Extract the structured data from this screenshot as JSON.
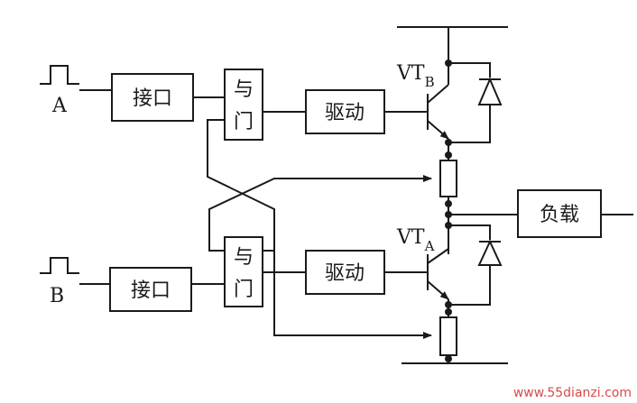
{
  "inputs": {
    "a_label": "A",
    "b_label": "B"
  },
  "blocks": {
    "interface_top": "接口",
    "interface_bottom": "接口",
    "and_gate_top": [
      "与",
      "门"
    ],
    "and_gate_bottom": [
      "与",
      "门"
    ],
    "driver_top": "驱动",
    "driver_bottom": "驱动",
    "load": "负载"
  },
  "transistors": {
    "top": {
      "base": "VT",
      "subscript": "B"
    },
    "bottom": {
      "base": "VT",
      "subscript": "A"
    }
  },
  "watermark": "www.55dianzi.com",
  "colors": {
    "ink": "#1a1a1a",
    "watermark": "#d84a4a",
    "background": "#ffffff"
  }
}
